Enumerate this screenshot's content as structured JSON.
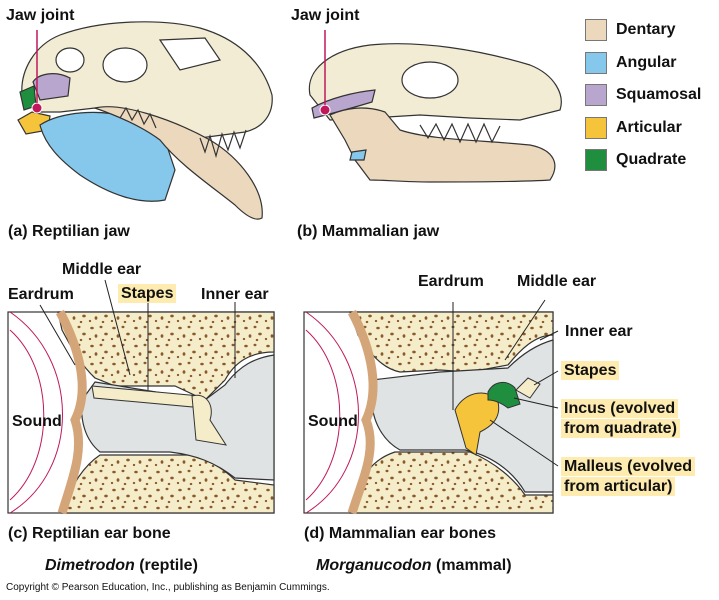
{
  "jaw_panel_a": {
    "jaw_joint": "Jaw joint",
    "caption": "(a) Reptilian jaw"
  },
  "jaw_panel_b": {
    "jaw_joint": "Jaw joint",
    "caption": "(b) Mammalian jaw"
  },
  "legend": [
    {
      "label": "Dentary",
      "color": "#ecd9bd"
    },
    {
      "label": "Angular",
      "color": "#86c8ec"
    },
    {
      "label": "Squamosal",
      "color": "#b9a6cf"
    },
    {
      "label": "Articular",
      "color": "#f6c43b"
    },
    {
      "label": "Quadrate",
      "color": "#1f8f3f"
    }
  ],
  "ear_panel_c": {
    "middle_ear": "Middle ear",
    "eardrum": "Eardrum",
    "stapes": "Stapes",
    "inner_ear": "Inner ear",
    "sound": "Sound",
    "caption": "(c) Reptilian ear bone",
    "species_name": "Dimetrodon",
    "species_type": " (reptile)"
  },
  "ear_panel_d": {
    "eardrum": "Eardrum",
    "middle_ear": "Middle ear",
    "inner_ear": "Inner ear",
    "stapes": "Stapes",
    "incus_line1": "Incus (evolved",
    "incus_line2": "from quadrate)",
    "malleus_line1": "Malleus (evolved",
    "malleus_line2": "from articular)",
    "sound": "Sound",
    "caption": "(d) Mammalian ear bones",
    "species_name": "Morganucodon",
    "species_type": " (mammal)"
  },
  "copyright": "Copyright © Pearson Education, Inc., publishing as Benjamin Cummings."
}
